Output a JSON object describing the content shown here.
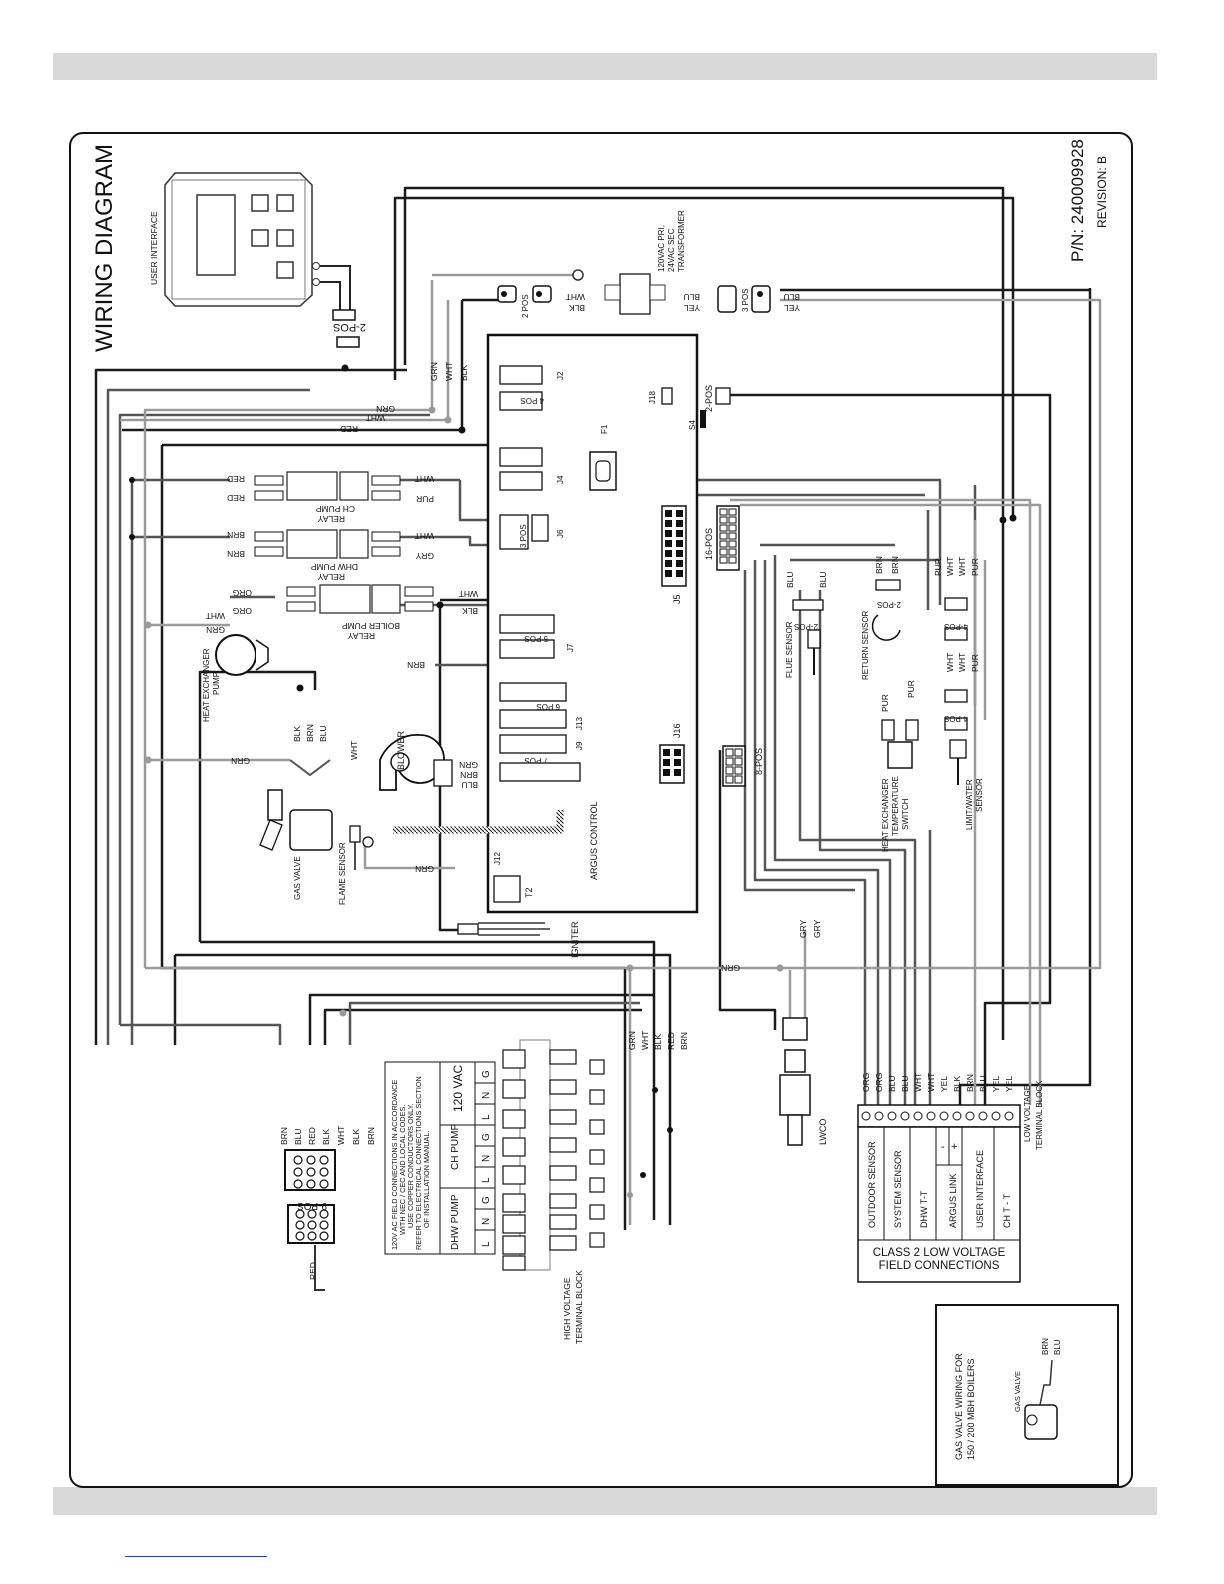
{
  "title": "WIRING DIAGRAM",
  "part_number": "P/N: 240009928",
  "revision": "REVISION: B",
  "components": {
    "user_interface": "USER INTERFACE",
    "transformer": [
      "120VAC PRI,",
      "24VAC SEC",
      "TRANSFORMER"
    ],
    "ch_pump_relay": [
      "CH PUMP",
      "RELAY"
    ],
    "dhw_pump_relay": [
      "DHW PUMP",
      "RELAY"
    ],
    "boiler_pump_relay": [
      "BOILER PUMP",
      "RELAY"
    ],
    "heat_exchanger_pump": [
      "HEAT EXCHANGER",
      "PUMP"
    ],
    "blower": "BLOWER",
    "gas_valve": "GAS VALVE",
    "flame_sensor": "FLAME SENSOR",
    "argus_control": "ARGUS CONTROL",
    "igniter": "IGNITER",
    "flue_sensor": "FLUE SENSOR",
    "return_sensor": "RETURN SENSOR",
    "hx_temp_switch": [
      "HEAT EXCHANGER",
      "TEMPERATURE",
      "SWITCH"
    ],
    "limit_water_sensor": [
      "LIMIT/WATER",
      "SENSOR"
    ],
    "lwco": "LWCO",
    "high_voltage_block": [
      "HIGH VOLTAGE",
      "TERMINAL BLOCK"
    ],
    "low_voltage_block": [
      "LOW VOLTAGE",
      "TERMINAL BLOCK"
    ]
  },
  "connectors": {
    "j2": "J2",
    "j4": "J4",
    "j5": "J5",
    "j6": "J6",
    "j7": "J7",
    "j9": "J9",
    "j12": "J12",
    "j13": "J13",
    "j16": "J16",
    "j18": "J18",
    "f1": "F1",
    "s4": "S4",
    "t2": "T2",
    "pos_2": "2-POS",
    "pos_3": "3 POS",
    "pos_4": "4 POS",
    "pos_4b": "4-POS",
    "pos_5": "5 POS",
    "pos_6": "6 POS",
    "pos_7": "7 POS",
    "pos_8": "8-POS",
    "pos_9": "9-POS",
    "pos_16": "16-POS",
    "pos_2b": "2 POS",
    "pos_3b": "3 POS"
  },
  "wires": {
    "grn": "GRN",
    "wht": "WHT",
    "blk": "BLK",
    "red": "RED",
    "brn": "BRN",
    "blu": "BLU",
    "org": "ORG",
    "pur": "PUR",
    "gry": "GRY",
    "yel": "YEL"
  },
  "hv_notes": [
    "120V AC FIELD CONNECTIONS IN ACCORDANCE",
    "WITH NEC / CEC AND LOCAL CODES.",
    "USE COPPER CONDUCTORS ONLY.",
    "REFER TO ELECTRICAL CONNECTIONS SECTION",
    "OF INSTALLATION MANUAL."
  ],
  "hv_table": {
    "groups": [
      "DHW PUMP",
      "CH PUMP",
      "120 VAC"
    ],
    "terminals": [
      "L",
      "N",
      "G",
      "L",
      "N",
      "G",
      "L",
      "N",
      "G"
    ]
  },
  "lv_table": {
    "title": [
      "CLASS 2 LOW VOLTAGE",
      "FIELD CONNECTIONS"
    ],
    "rows": [
      "OUTDOOR SENSOR",
      "SYSTEM SENSOR",
      "DHW T-T",
      "ARGUS LINK",
      "USER INTERFACE",
      "CH T - T"
    ],
    "argus_signs": [
      "-",
      "+"
    ],
    "wire_labels": [
      "ORG",
      "ORG",
      "BLU",
      "BLU",
      "WHT",
      "WHT",
      "YEL",
      "BLK",
      "BRN",
      "BLU",
      "YEL",
      "YEL"
    ]
  },
  "inset": {
    "caption": [
      "GAS VALVE WIRING FOR",
      "150 / 200 MBH BOILERS"
    ],
    "gas_valve": "GAS VALVE",
    "wires": [
      "BRN",
      "BLU"
    ]
  }
}
